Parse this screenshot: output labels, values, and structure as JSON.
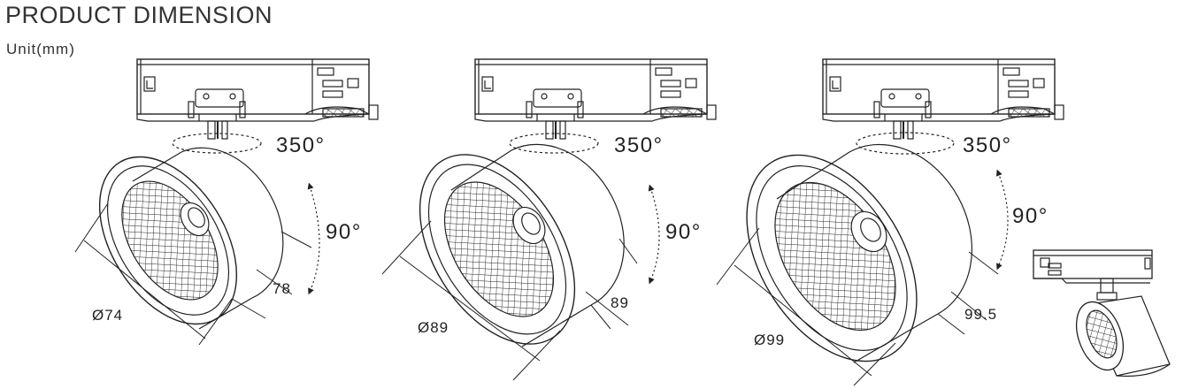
{
  "header": {
    "title": "PRODUCT DIMENSION",
    "unit": "Unit(mm)"
  },
  "variants": [
    {
      "rotation": "350°",
      "tilt": "90°",
      "diameter": "Ø74",
      "length": "78"
    },
    {
      "rotation": "350°",
      "tilt": "90°",
      "diameter": "Ø89",
      "length": "89"
    },
    {
      "rotation": "350°",
      "tilt": "90°",
      "diameter": "Ø99",
      "length": "99.5"
    }
  ],
  "icons": [
    "track-adapter-icon",
    "spotlight-head-icon",
    "rotation-arrow-icon",
    "tilt-arrow-icon",
    "mini-spotlight-icon"
  ]
}
